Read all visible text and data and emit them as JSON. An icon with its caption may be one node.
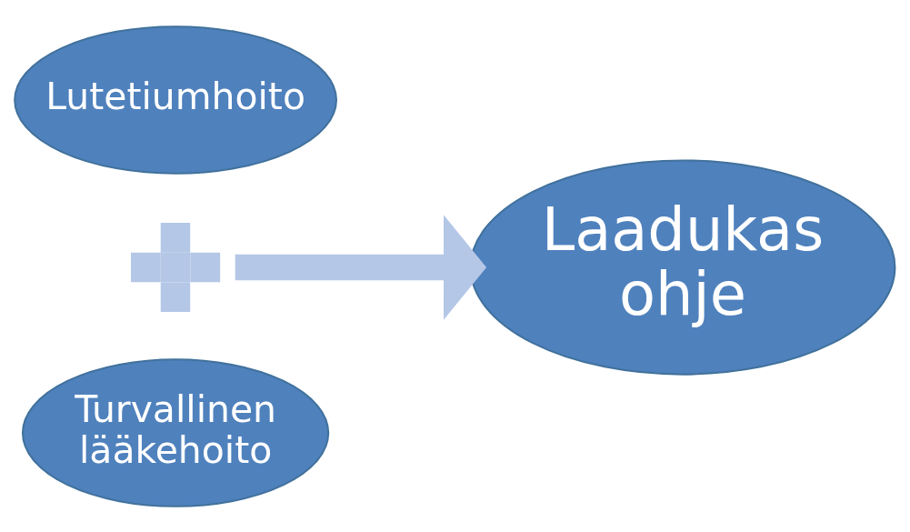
{
  "diagram": {
    "nodes": [
      {
        "text": [
          "Lutetiumhoito"
        ]
      },
      {
        "text": [],
        "shape": "plus"
      },
      {
        "text": [
          "Turvallinen lääkehoito"
        ]
      },
      {
        "text": [
          "Laadukas ohje"
        ]
      }
    ],
    "edges": [
      {
        "from": 1,
        "to": 3,
        "arrow": "to"
      }
    ]
  }
}
